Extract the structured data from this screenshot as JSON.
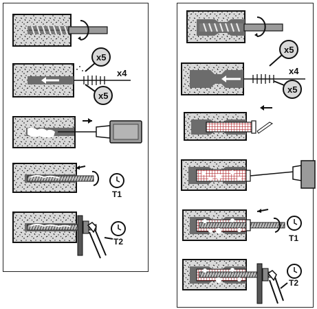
{
  "left_steps": {
    "clean_x4": "x4",
    "blow_x5": "x5",
    "brush_x5": "x5",
    "cure_time": "T1",
    "torque_time": "T2"
  },
  "right_steps": {
    "clean_x4": "x4",
    "blow_x5": "x5",
    "brush_x5": "x5",
    "cure_time": "T1",
    "torque_time": "T2"
  },
  "colors": {
    "concrete": "#d9d9d9",
    "speckle": "#222222",
    "sleeve_red": "#b0262c",
    "line": "#111111"
  }
}
